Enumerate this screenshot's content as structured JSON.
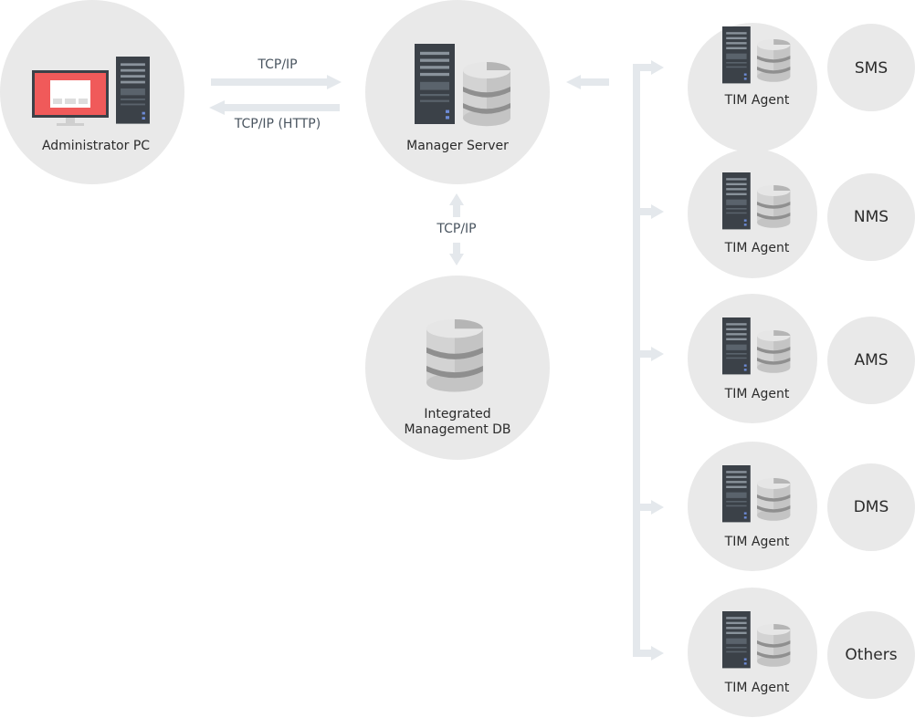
{
  "colors": {
    "node_fill": "#e9e9e9",
    "connector": "#e4e8ec",
    "server_dark": "#3b4148",
    "db_light": "#c9c9c9",
    "db_dark": "#8f8f8f",
    "monitor_red": "#f05a5a"
  },
  "nodes": {
    "admin_pc": {
      "label": "Administrator PC",
      "icons": [
        "monitor-icon",
        "server-tower-icon"
      ]
    },
    "manager_server": {
      "label": "Manager Server",
      "icons": [
        "server-tower-icon",
        "database-icon"
      ]
    },
    "integrated_db": {
      "label_line1": "Integrated",
      "label_line2": "Management DB",
      "icons": [
        "database-icon"
      ]
    }
  },
  "connections": {
    "pc_to_server": "TCP/IP",
    "server_to_pc": "TCP/IP (HTTP)",
    "server_db": "TCP/IP"
  },
  "agents": [
    {
      "label": "TIM Agent",
      "system": "SMS"
    },
    {
      "label": "TIM Agent",
      "system": "NMS"
    },
    {
      "label": "TIM Agent",
      "system": "AMS"
    },
    {
      "label": "TIM Agent",
      "system": "DMS"
    },
    {
      "label": "TIM Agent",
      "system": "Others"
    }
  ]
}
